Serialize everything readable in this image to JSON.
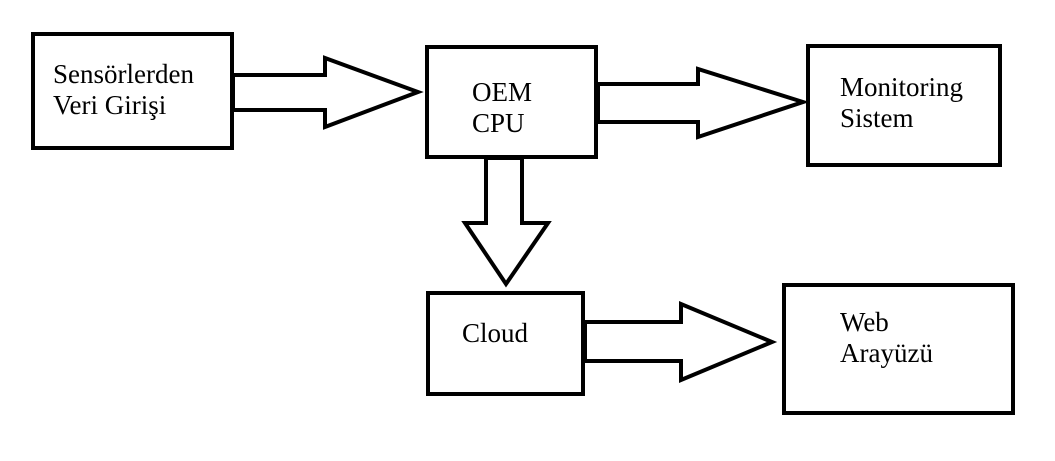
{
  "nodes": {
    "sensors": {
      "line1": "Sensörlerden",
      "line2": "Veri Girişi"
    },
    "oem_cpu": {
      "line1": "OEM",
      "line2": "CPU"
    },
    "monitoring": {
      "line1": "Monitoring",
      "line2": "Sistem"
    },
    "cloud": {
      "line1": "Cloud"
    },
    "web": {
      "line1": "Web",
      "line2": "Arayüzü"
    }
  },
  "edges": [
    {
      "from": "Sensörlerden Veri Girişi",
      "to": "OEM CPU"
    },
    {
      "from": "OEM CPU",
      "to": "Monitoring Sistem"
    },
    {
      "from": "OEM CPU",
      "to": "Cloud"
    },
    {
      "from": "Cloud",
      "to": "Web Arayüzü"
    }
  ],
  "colors": {
    "stroke": "#000000",
    "fill": "#ffffff"
  }
}
